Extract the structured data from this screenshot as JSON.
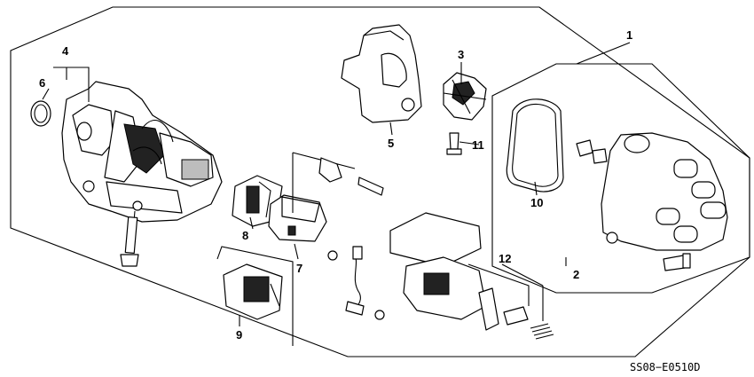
{
  "diagram": {
    "callouts": [
      "1",
      "2",
      "3",
      "4",
      "5",
      "6",
      "7",
      "8",
      "9",
      "10",
      "11",
      "12"
    ],
    "code": "SS08−E0510D"
  }
}
